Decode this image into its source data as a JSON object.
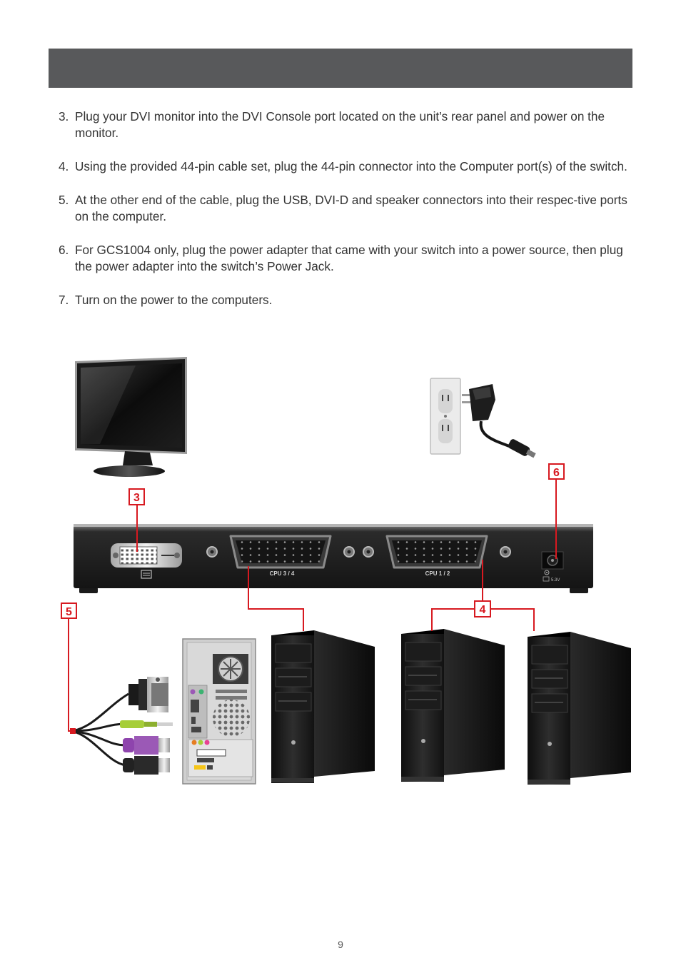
{
  "steps": [
    {
      "num": "3.",
      "text": "Plug your DVI monitor into the DVI Console port located on the unit’s rear panel and power on the monitor."
    },
    {
      "num": "4.",
      "text": "Using the provided 44-pin cable set, plug the 44-pin connector into the Computer port(s) of the switch."
    },
    {
      "num": "5.",
      "text": "At the other end of the cable, plug the USB, DVI-D and speaker connectors into their respec-tive ports on the computer."
    },
    {
      "num": "6.",
      "text": "For GCS1004 only, plug the power adapter that came with your switch into a power source, then plug the power adapter into the switch’s Power Jack."
    },
    {
      "num": "7.",
      "text": "Turn on the power to the computers."
    }
  ],
  "diagram": {
    "callouts": [
      "3",
      "4",
      "5",
      "6"
    ],
    "port_labels": {
      "cpu34": "CPU 3 / 4",
      "cpu12": "CPU 1 / 2",
      "power": "5.3V"
    },
    "callout_color": "#d71920"
  },
  "footer": {
    "page_number": "9"
  }
}
